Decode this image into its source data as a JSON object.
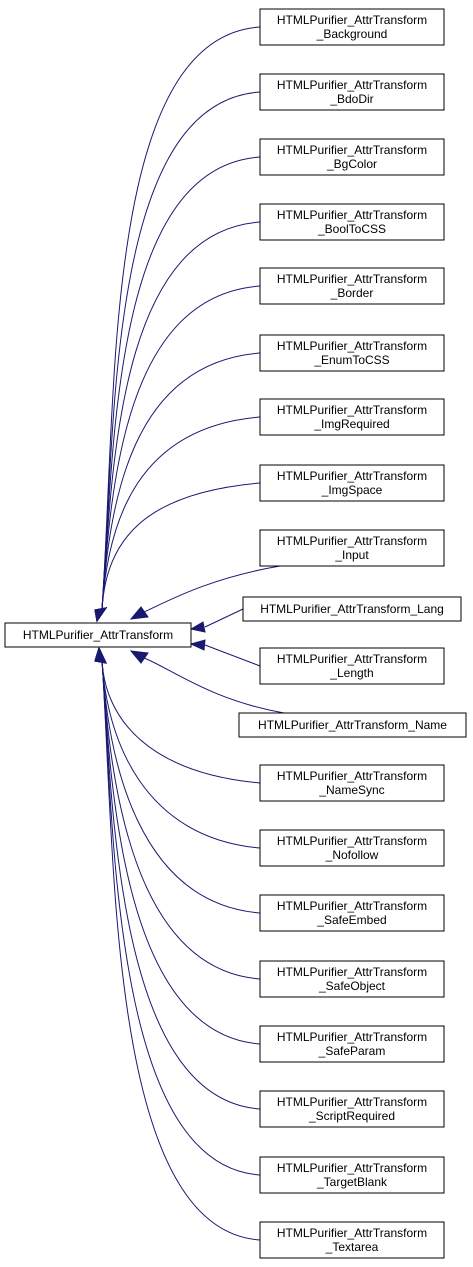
{
  "diagram": {
    "base_class": {
      "label": "HTMLPurifier_AttrTransform"
    },
    "subclasses": [
      {
        "line1": "HTMLPurifier_AttrTransform",
        "line2": "_Background"
      },
      {
        "line1": "HTMLPurifier_AttrTransform",
        "line2": "_BdoDir"
      },
      {
        "line1": "HTMLPurifier_AttrTransform",
        "line2": "_BgColor"
      },
      {
        "line1": "HTMLPurifier_AttrTransform",
        "line2": "_BoolToCSS"
      },
      {
        "line1": "HTMLPurifier_AttrTransform",
        "line2": "_Border"
      },
      {
        "line1": "HTMLPurifier_AttrTransform",
        "line2": "_EnumToCSS"
      },
      {
        "line1": "HTMLPurifier_AttrTransform",
        "line2": "_ImgRequired"
      },
      {
        "line1": "HTMLPurifier_AttrTransform",
        "line2": "_ImgSpace"
      },
      {
        "line1": "HTMLPurifier_AttrTransform",
        "line2": "_Input"
      },
      {
        "line1": "HTMLPurifier_AttrTransform_Lang",
        "line2": ""
      },
      {
        "line1": "HTMLPurifier_AttrTransform",
        "line2": "_Length"
      },
      {
        "line1": "HTMLPurifier_AttrTransform_Name",
        "line2": ""
      },
      {
        "line1": "HTMLPurifier_AttrTransform",
        "line2": "_NameSync"
      },
      {
        "line1": "HTMLPurifier_AttrTransform",
        "line2": "_Nofollow"
      },
      {
        "line1": "HTMLPurifier_AttrTransform",
        "line2": "_SafeEmbed"
      },
      {
        "line1": "HTMLPurifier_AttrTransform",
        "line2": "_SafeObject"
      },
      {
        "line1": "HTMLPurifier_AttrTransform",
        "line2": "_SafeParam"
      },
      {
        "line1": "HTMLPurifier_AttrTransform",
        "line2": "_ScriptRequired"
      },
      {
        "line1": "HTMLPurifier_AttrTransform",
        "line2": "_TargetBlank"
      },
      {
        "line1": "HTMLPurifier_AttrTransform",
        "line2": "_Textarea"
      }
    ],
    "colors": {
      "edge": "#191970",
      "node_border": "#000000",
      "node_fill": "#ffffff"
    }
  }
}
